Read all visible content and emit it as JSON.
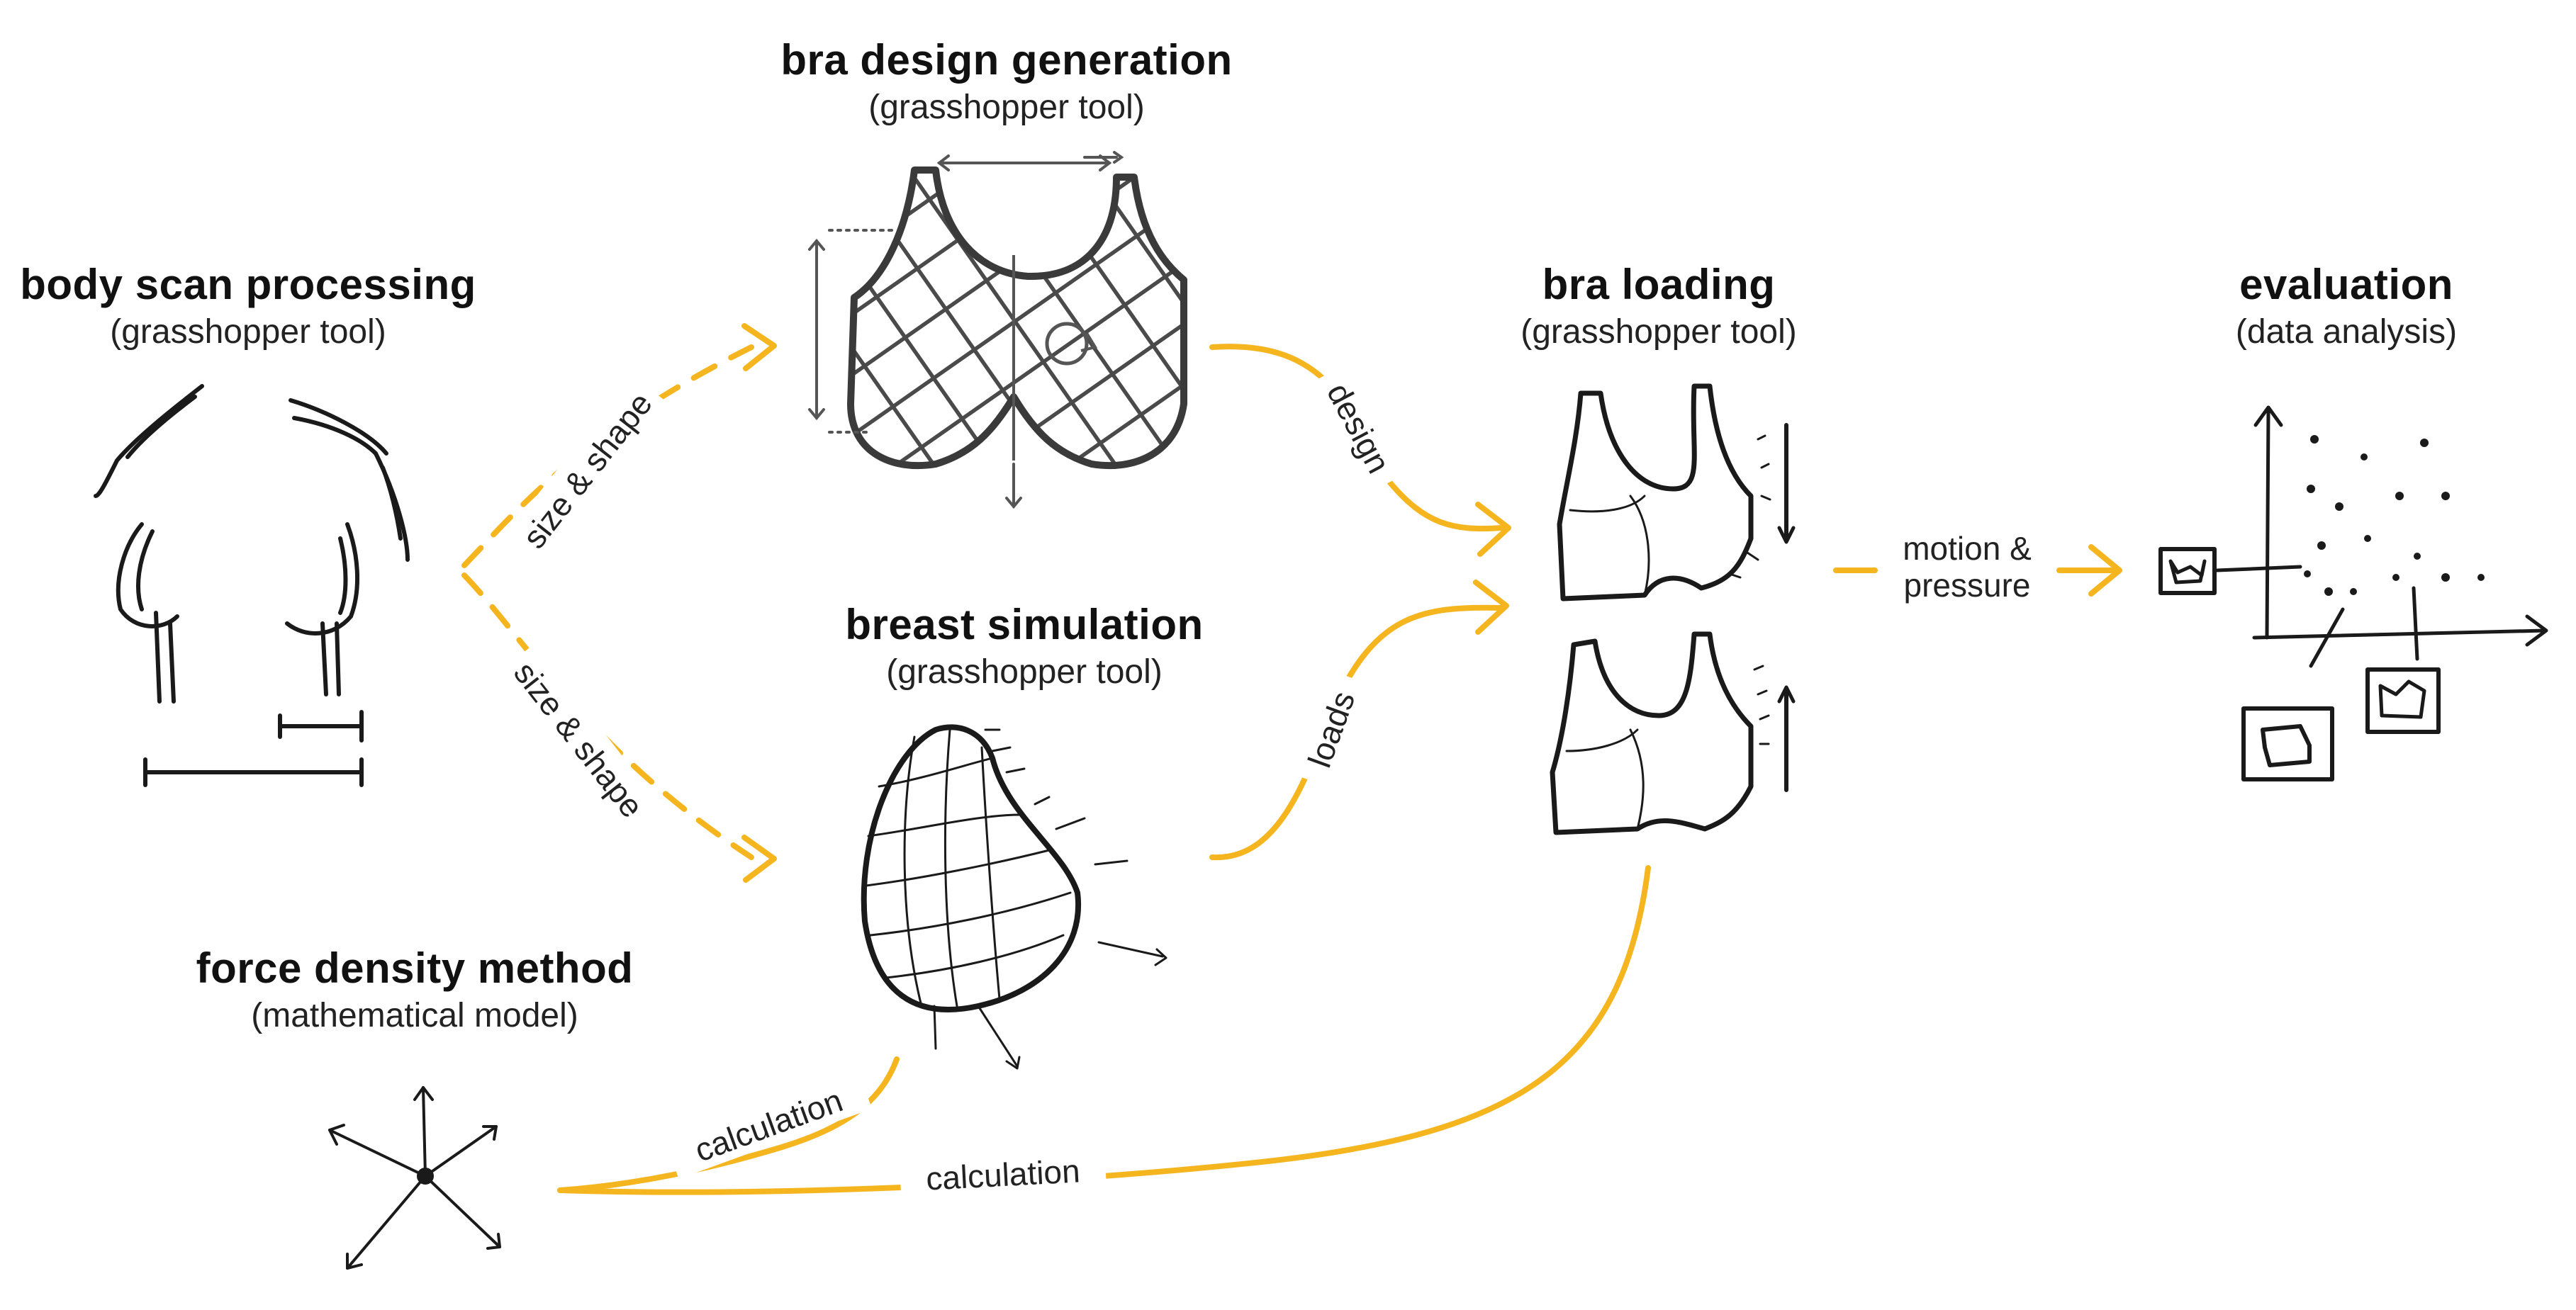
{
  "nodes": {
    "body_scan": {
      "title": "body scan processing",
      "subtitle": "(grasshopper tool)"
    },
    "bra_design": {
      "title": "bra design generation",
      "subtitle": "(grasshopper tool)"
    },
    "breast_sim": {
      "title": "breast simulation",
      "subtitle": "(grasshopper tool)"
    },
    "force_density": {
      "title": "force density method",
      "subtitle": "(mathematical model)"
    },
    "bra_loading": {
      "title": "bra loading",
      "subtitle": "(grasshopper tool)"
    },
    "evaluation": {
      "title": "evaluation",
      "subtitle": "(data analysis)"
    }
  },
  "edges": {
    "scan_to_design": "size & shape",
    "scan_to_sim": "size & shape",
    "design_to_loading": "design",
    "sim_to_loading": "loads",
    "loading_to_eval_line1": "motion &",
    "loading_to_eval_line2": "pressure",
    "fdm_to_sim": "calculation",
    "fdm_to_loading": "calculation"
  },
  "colors": {
    "accent": "#F5B51F",
    "ink": "#1a1a1a",
    "hatch": "#4a4a4a"
  }
}
